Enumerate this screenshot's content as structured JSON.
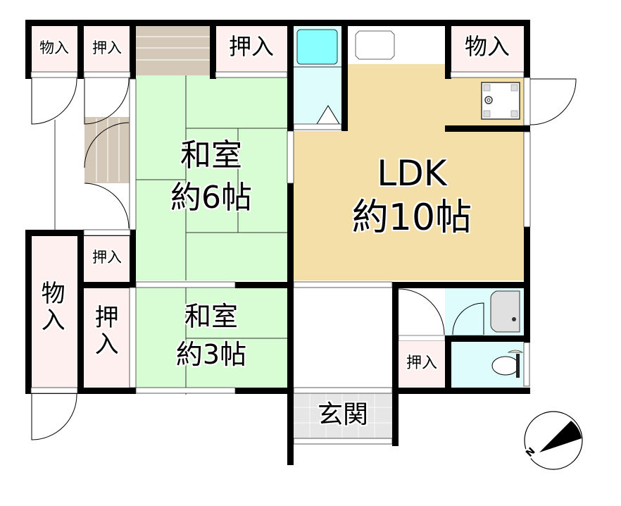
{
  "floor_plan": {
    "colors": {
      "wall": "#000000",
      "washitsu_tatami": "#d8fdd4",
      "ldk_floor": "#f5dfa8",
      "storage": "#fff0f0",
      "stairs": "#d4c8b8",
      "wet_area": "#dffcfd",
      "bathtub": "#8affff",
      "genkan_tile": "#e6e6e6",
      "background": "#ffffff"
    },
    "rooms": {
      "washitsu_6": {
        "name": "和室",
        "size": "約6帖"
      },
      "washitsu_3": {
        "name": "和室",
        "size": "約3帖"
      },
      "ldk": {
        "name": "LDK",
        "size": "約10帖"
      },
      "genkan": {
        "name": "玄関"
      }
    },
    "storage": {
      "top_left_monoire": "物入",
      "top_oshiire_1": "押入",
      "top_oshiire_2": "押入",
      "top_right_monoire": "物入",
      "left_mid_oshiire": "押入",
      "left_monoire_vertical": "物入",
      "left_oshiire_vertical": "押入",
      "bottom_oshiire": "押入"
    },
    "compass": {
      "label": "N"
    }
  }
}
